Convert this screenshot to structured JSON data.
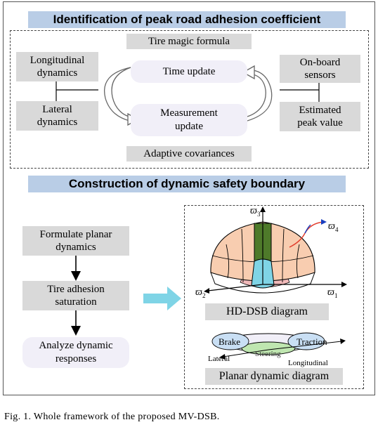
{
  "section1": {
    "title": "Identification of peak road adhesion coefficient",
    "tire_magic_formula": "Tire magic formula",
    "longitudinal_dynamics": [
      "Longitudinal",
      "dynamics"
    ],
    "lateral_dynamics": [
      "Lateral",
      "dynamics"
    ],
    "time_update": "Time update",
    "measurement_update": [
      "Measurement",
      "update"
    ],
    "onboard_sensors": [
      "On-board",
      "sensors"
    ],
    "estimated_peak": [
      "Estimated",
      "peak value"
    ],
    "adaptive_covariances": "Adaptive covariances"
  },
  "section2": {
    "title": "Construction of dynamic safety boundary",
    "formulate": [
      "Formulate planar",
      "dynamics"
    ],
    "tire_adhesion": [
      "Tire adhesion",
      "saturation"
    ],
    "analyze": [
      "Analyze dynamic",
      "responses"
    ],
    "hd_dsb_label": "HD-DSB diagram",
    "planar_label": "Planar dynamic diagram",
    "axis_w1": "ϖ",
    "axis_w1_sub": "1",
    "axis_w2": "ϖ",
    "axis_w2_sub": "2",
    "axis_w3": "ϖ",
    "axis_w3_sub": "3",
    "axis_w4": "ϖ",
    "axis_w4_sub": "4",
    "brake": "Brake",
    "steering": "Steering",
    "traction": "Traction",
    "lateral": "Lateral",
    "longitudinal": "Longitudinal"
  },
  "caption": "Fig. 1.  Whole framework of the proposed MV-DSB.",
  "colors": {
    "banner": "#b9cde6",
    "gray_box": "#d9d9d9",
    "pill": "#f1eff8",
    "dome_peach": "#f8cdb0",
    "dome_green": "#4e7a2a",
    "dome_cyan": "#7fd4e6",
    "base_pink": "#f0b9b9",
    "arrow_cyan": "#7fd4e6",
    "axis_w4_blue": "#1a3fbf",
    "axis_w4_red": "#e23a2a",
    "ellipse_blue": "#c9dff4",
    "ellipse_green": "#bfe6b0"
  }
}
